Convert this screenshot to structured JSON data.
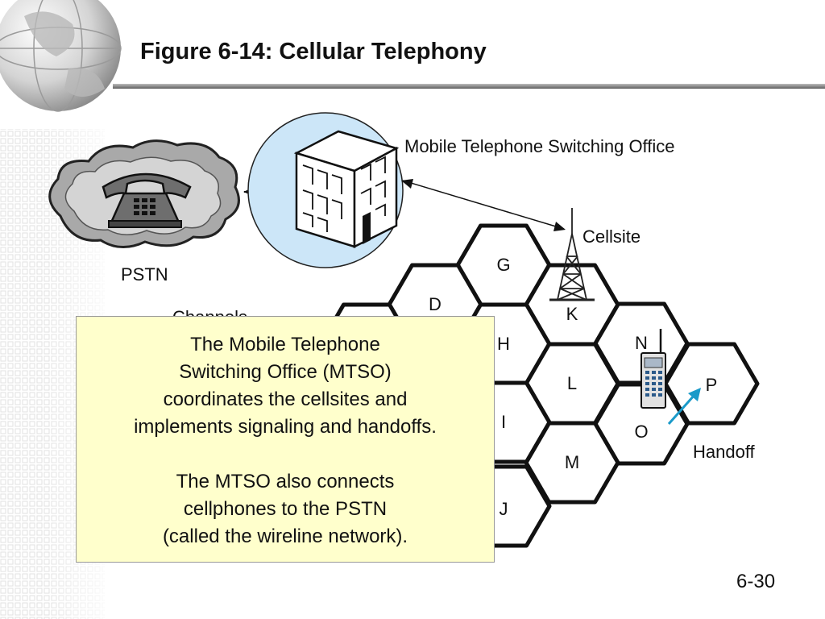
{
  "slide": {
    "title": "Figure 6-14: Cellular Telephony",
    "page_number": "6-30"
  },
  "diagram": {
    "mtso_label": "Mobile Telephone Switching Office",
    "pstn_label": "PSTN",
    "cellsite_label": "Cellsite",
    "channels_label": "Channels",
    "handoff_label": "Handoff",
    "cells": [
      "G",
      "D",
      "K",
      "H",
      "N",
      "L",
      "P",
      "I",
      "O",
      "M",
      "J"
    ]
  },
  "callout": {
    "para1": [
      "The Mobile Telephone",
      "Switching Office (MTSO)",
      "coordinates the cellsites and",
      "implements signaling and handoffs."
    ],
    "para2": [
      "The MTSO also connects",
      "cellphones to the PSTN",
      "(called the wireline network)."
    ]
  },
  "colors": {
    "mtso_circle": "#cce6f8",
    "callout_bg": "#ffffcc",
    "handoff_arrow": "#1a9ac9"
  }
}
